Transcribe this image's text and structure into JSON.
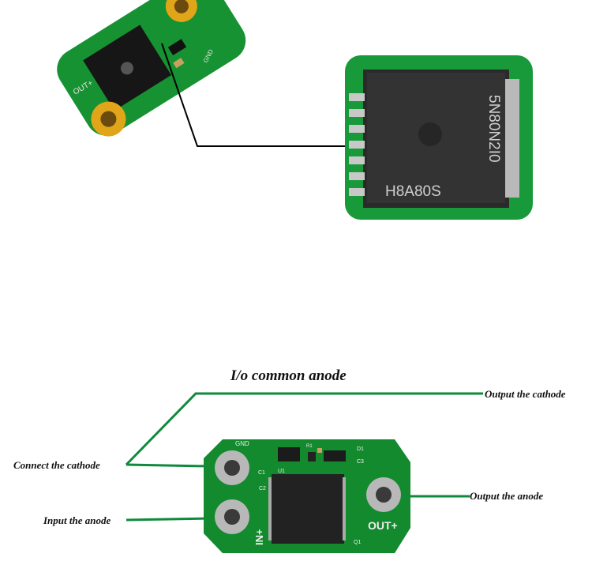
{
  "top": {
    "chip_marking_line1": "5N80N2I0",
    "chip_marking_line2": "H8A80S",
    "board_labels": {
      "out": "OUT+",
      "gnd": "GND"
    }
  },
  "bottom": {
    "title": "I/o common anode",
    "labels": {
      "output_cathode": "Output the cathode",
      "connect_cathode": "Connect the cathode",
      "output_anode": "Output the anode",
      "input_anode": "Input the anode"
    },
    "board_silkscreen": {
      "gnd": "GND",
      "in": "IN+",
      "out": "OUT+",
      "c1": "C1",
      "c2": "C2",
      "c3": "C3",
      "d1": "D1",
      "r1": "R1",
      "u1": "U1",
      "q1": "Q1"
    }
  },
  "colors": {
    "pcb_green": "#138a2e",
    "line_green": "#0f8a3a",
    "gold": "#e1a51a"
  }
}
